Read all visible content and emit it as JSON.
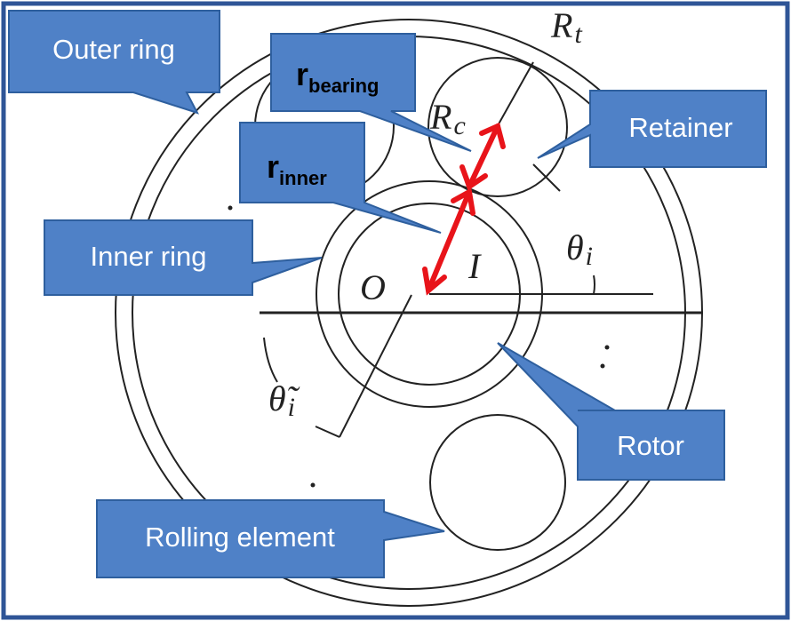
{
  "colors": {
    "frame": "#2f5597",
    "callout_fill": "#4f81c7",
    "callout_stroke": "#2e5f9e",
    "line": "#222222",
    "arrow": "#e8141a"
  },
  "callouts": {
    "outer_ring": "Outer ring",
    "r_bearing": {
      "base": "r",
      "sub": "bearing"
    },
    "retainer": "Retainer",
    "r_inner": {
      "base": "r",
      "sub": "inner"
    },
    "inner_ring": "Inner ring",
    "rotor": "Rotor",
    "rolling_element": "Rolling element"
  },
  "math_labels": {
    "R": "R",
    "t": "t",
    "c": "c",
    "O": "O",
    "I": "I",
    "theta": "θ",
    "i": "i",
    "theta_tilde": "θ̃"
  }
}
